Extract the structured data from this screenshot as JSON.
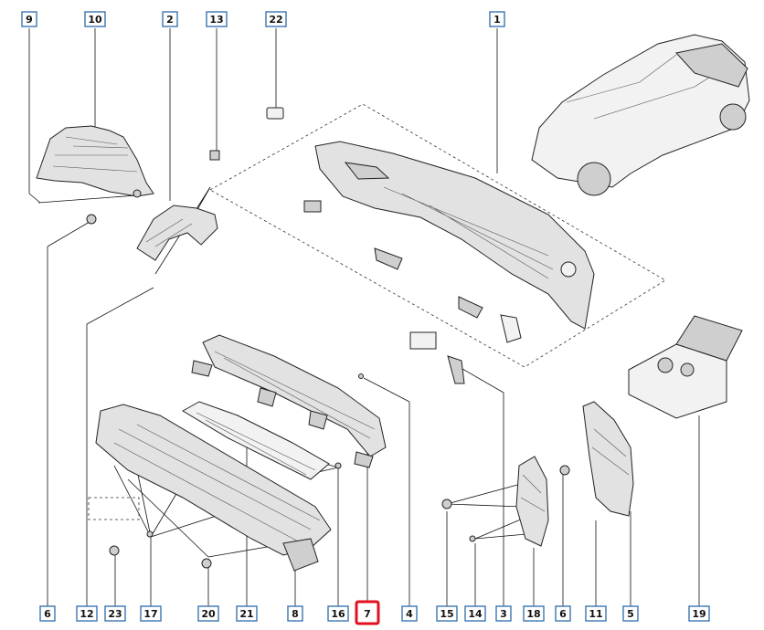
{
  "callouts": {
    "c9": "9",
    "c10": "10",
    "c2": "2",
    "c13": "13",
    "c22": "22",
    "c1": "1",
    "c6a": "6",
    "c12": "12",
    "c23": "23",
    "c17": "17",
    "c20": "20",
    "c21": "21",
    "c8": "8",
    "c16": "16",
    "c7": "7",
    "c4": "4",
    "c15": "15",
    "c14": "14",
    "c3": "3",
    "c18": "18",
    "c6b": "6",
    "c11": "11",
    "c5": "5",
    "c19": "19"
  },
  "selected_callout": "7",
  "colors": {
    "callout_border": "#3a76b0",
    "selected_border": "#e0111f"
  }
}
